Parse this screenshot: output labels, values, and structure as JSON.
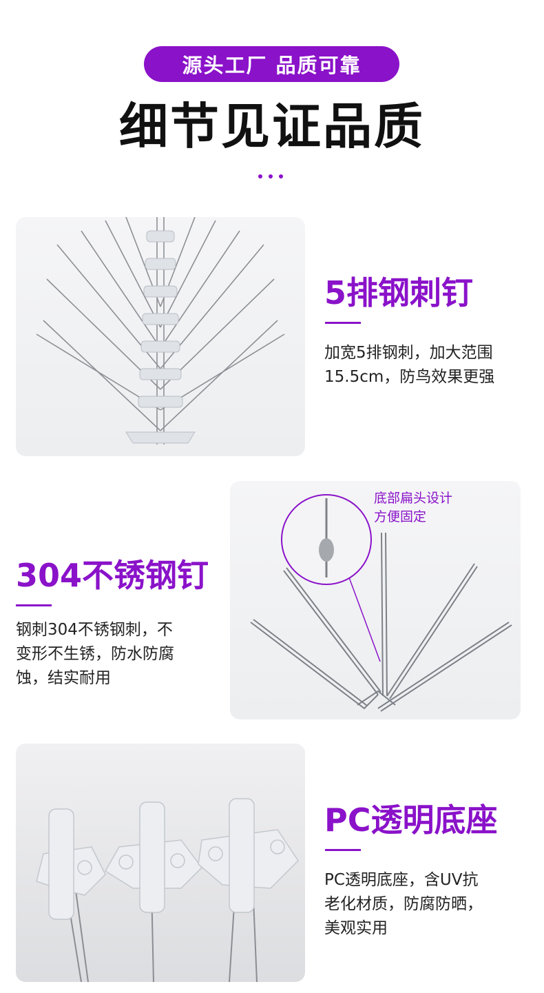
{
  "header": {
    "badge": "源头工厂 品质可靠",
    "title": "细节见证品质"
  },
  "features": [
    {
      "title": "5排钢刺钉",
      "desc": "加宽5排钢刺，加大范围\n15.5cm，防鸟效果更强"
    },
    {
      "title": "304不锈钢钉",
      "desc": "钢刺304不锈钢刺，不\n变形不生锈，防水防腐\n蚀，结实耐用",
      "callout": "底部扁头设计\n方便固定"
    },
    {
      "title": "PC透明底座",
      "desc": "PC透明底座，含UV抗\n老化材质，防腐防晒，\n美观实用"
    }
  ],
  "colors": {
    "accent": "#8a12c9",
    "text": "#222222",
    "panel": "#f0f1f3"
  }
}
